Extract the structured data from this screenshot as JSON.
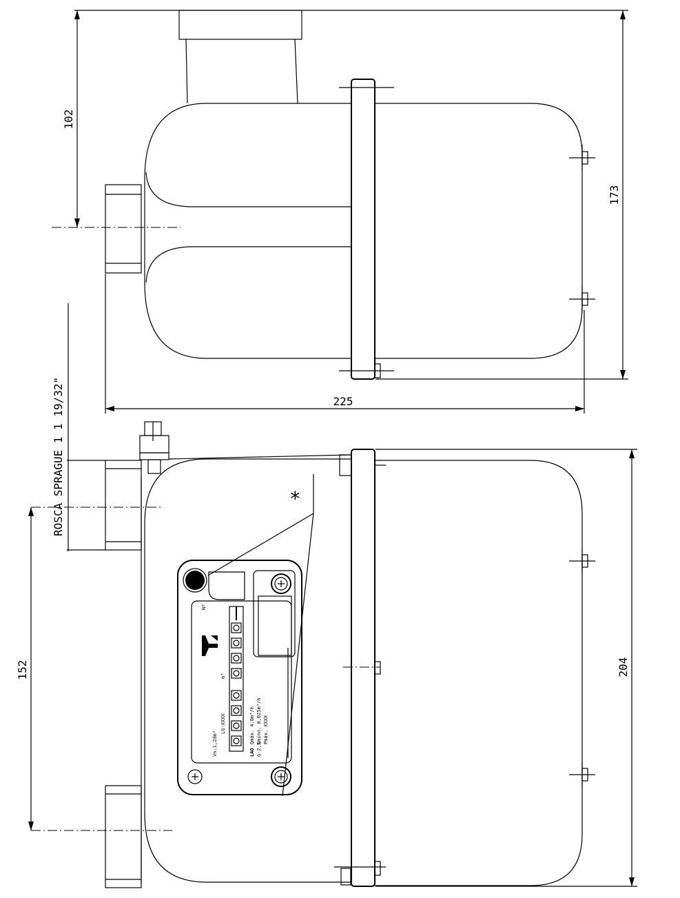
{
  "dimensions": {
    "top_height": "102",
    "overall_height": "173",
    "overall_width": "225",
    "port_spacing": "152",
    "body_height": "204"
  },
  "thread_note": "ROSCA SPRAGUE 1  1 19/32\"",
  "asterisk": "*",
  "nameplate": {
    "model": "LG-XXXX",
    "cyclic_volume": "Vn.1,2dm³",
    "unit": "m³",
    "qmax": "Qmáx. 4,0m³/h",
    "qmin": "Qmínn. 0,025m³/h",
    "pmax": "Pmáx. XXXX",
    "brand_code": "LAO",
    "type_code": "G-2,5",
    "serial_label": "Nº"
  }
}
